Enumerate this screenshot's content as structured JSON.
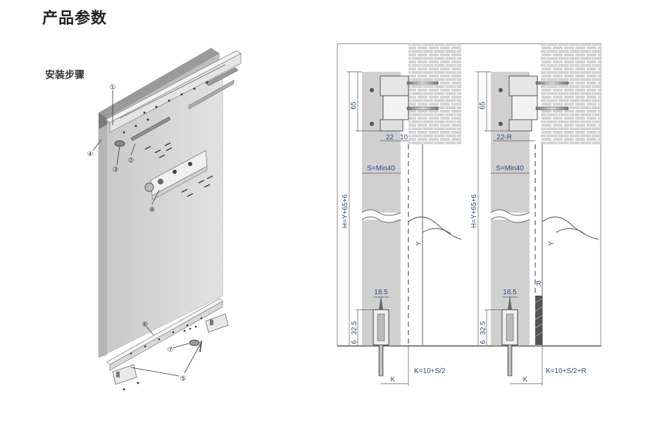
{
  "header": {
    "title": "产品参数"
  },
  "install": {
    "subtitle": "安装步骤",
    "markers": [
      "①",
      "②",
      "③",
      "④",
      "⑤",
      "⑥",
      "⑦",
      "⑧"
    ]
  },
  "diagram_left": {
    "height_label": "H=Y+65+6",
    "top_label": "65",
    "width_a": "22",
    "width_b": "10",
    "thickness": "S=Min40",
    "y_label": "Y",
    "bottom_width": "18.5",
    "bottom_height": "32.5",
    "bottom_gap": "6",
    "k_label": "K",
    "k_formula": "K=10+S/2"
  },
  "diagram_right": {
    "height_label": "H=Y+65+6",
    "top_label": "65",
    "width_a": "22-R",
    "thickness": "S=Min40",
    "y_label": "Y",
    "r_label": "R",
    "bottom_width": "18.5",
    "bottom_height": "32.5",
    "bottom_gap": "6",
    "k_label": "K",
    "k_formula": "K=10+S/2+R"
  }
}
